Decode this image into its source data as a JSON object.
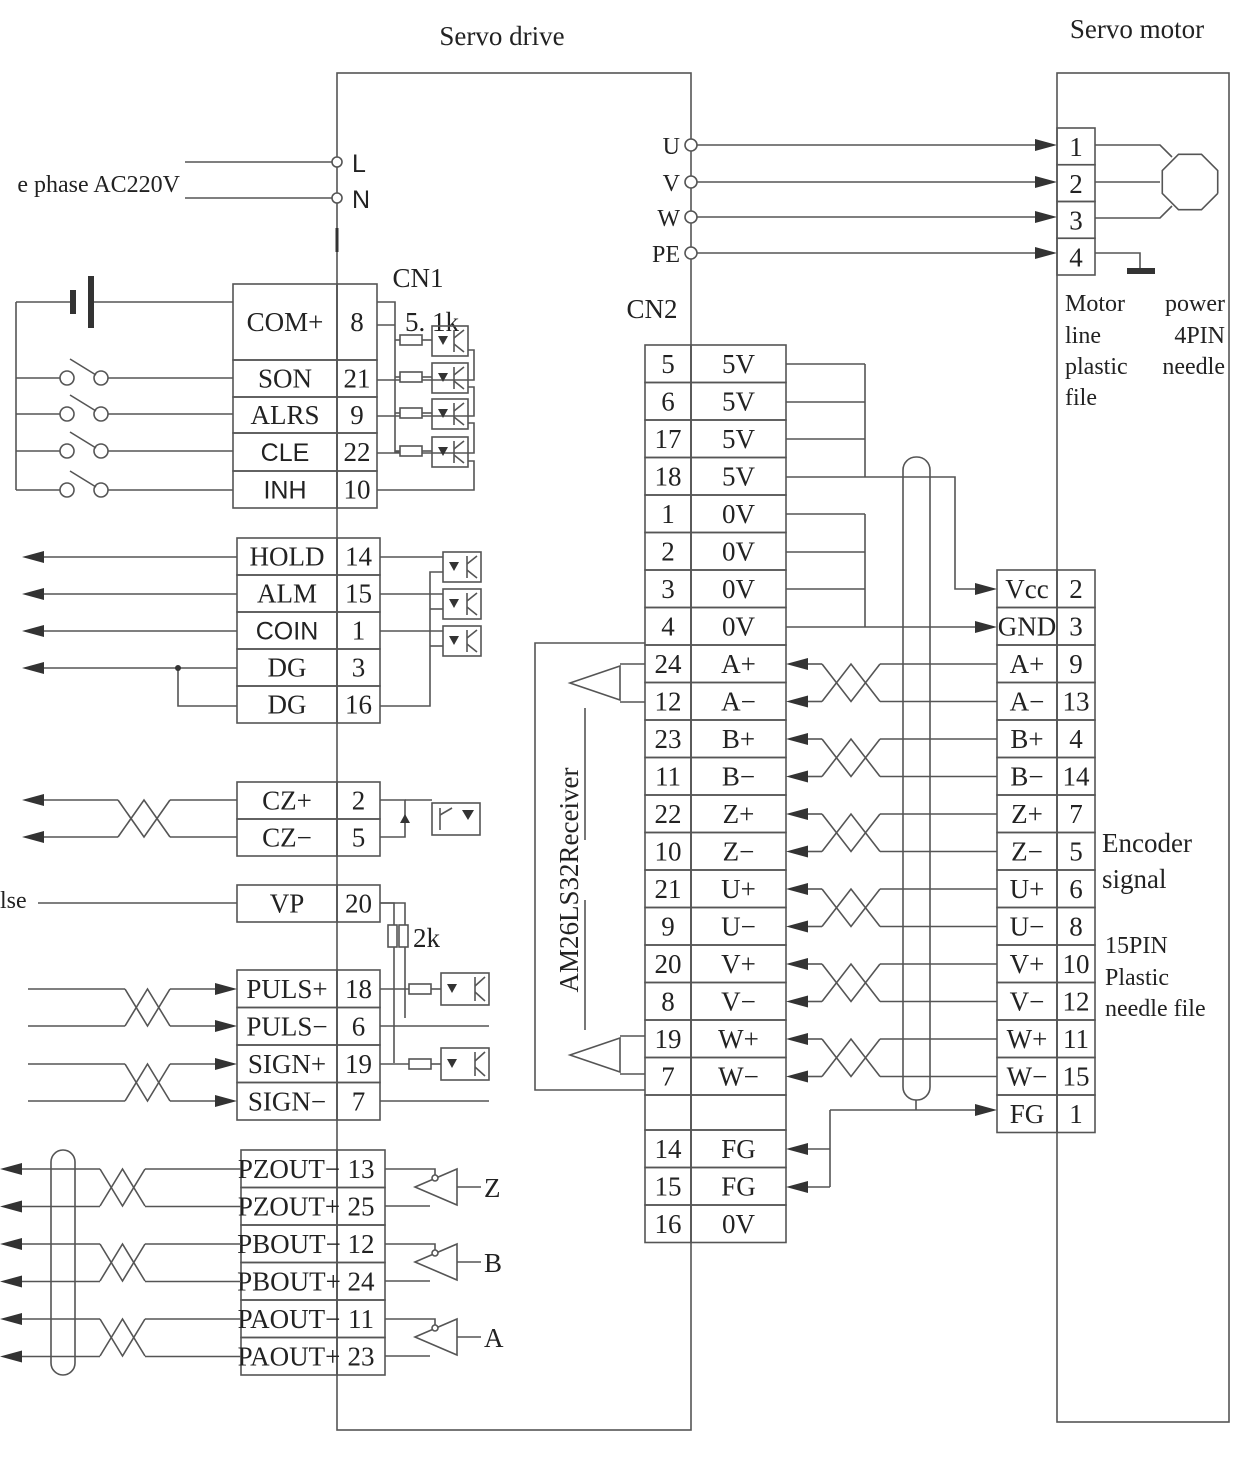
{
  "titles": {
    "drive": "Servo drive",
    "motor": "Servo motor"
  },
  "power": {
    "label": "e phase AC220V",
    "L": "L",
    "N": "N"
  },
  "cn1": {
    "label": "CN1",
    "resistor": "5. 1k",
    "inputs": [
      [
        "COM+",
        "8"
      ],
      [
        "SON",
        "21"
      ],
      [
        "ALRS",
        "9"
      ],
      [
        "CLE",
        "22"
      ],
      [
        "INH",
        "10"
      ]
    ],
    "outputs": [
      [
        "HOLD",
        "14"
      ],
      [
        "ALM",
        "15"
      ],
      [
        "COIN",
        "1"
      ],
      [
        "DG",
        "3"
      ],
      [
        "DG",
        "16"
      ]
    ],
    "cz": [
      [
        "CZ+",
        "2"
      ],
      [
        "CZ−",
        "5"
      ]
    ],
    "vp": [
      [
        "VP",
        "20"
      ]
    ],
    "vp_label": "lse",
    "pull_resistor": "2k",
    "pulse": [
      [
        "PULS+",
        "18"
      ],
      [
        "PULS−",
        "6"
      ],
      [
        "SIGN+",
        "19"
      ],
      [
        "SIGN−",
        "7"
      ]
    ],
    "pout": [
      [
        "PZOUT−",
        "13"
      ],
      [
        "PZOUT+",
        "25"
      ],
      [
        "PBOUT−",
        "12"
      ],
      [
        "PBOUT+",
        "24"
      ],
      [
        "PAOUT−",
        "11"
      ],
      [
        "PAOUT+",
        "23"
      ]
    ],
    "drivers": [
      "Z",
      "B",
      "A"
    ]
  },
  "motor_out": {
    "pins": [
      "U",
      "V",
      "W",
      "PE"
    ]
  },
  "cn2": {
    "label": "CN2",
    "receiver": "AM26LS32Receiver",
    "rows": [
      [
        "5",
        "5V"
      ],
      [
        "6",
        "5V"
      ],
      [
        "17",
        "5V"
      ],
      [
        "18",
        "5V"
      ],
      [
        "1",
        "0V"
      ],
      [
        "2",
        "0V"
      ],
      [
        "3",
        "0V"
      ],
      [
        "4",
        "0V"
      ],
      [
        "24",
        "A+"
      ],
      [
        "12",
        "A−"
      ],
      [
        "23",
        "B+"
      ],
      [
        "11",
        "B−"
      ],
      [
        "22",
        "Z+"
      ],
      [
        "10",
        "Z−"
      ],
      [
        "21",
        "U+"
      ],
      [
        "9",
        "U−"
      ],
      [
        "20",
        "V+"
      ],
      [
        "8",
        "V−"
      ],
      [
        "19",
        "W+"
      ],
      [
        "7",
        "W−"
      ],
      [
        "",
        ""
      ],
      [
        "14",
        "FG"
      ],
      [
        "15",
        "FG"
      ],
      [
        "16",
        "0V"
      ]
    ]
  },
  "encoder": {
    "rows": [
      [
        "Vcc",
        "2"
      ],
      [
        "GND",
        "3"
      ],
      [
        "A+",
        "9"
      ],
      [
        "A−",
        "13"
      ],
      [
        "B+",
        "4"
      ],
      [
        "B−",
        "14"
      ],
      [
        "Z+",
        "7"
      ],
      [
        "Z−",
        "5"
      ],
      [
        "U+",
        "6"
      ],
      [
        "U−",
        "8"
      ],
      [
        "V+",
        "10"
      ],
      [
        "V−",
        "12"
      ],
      [
        "W+",
        "11"
      ],
      [
        "W−",
        "15"
      ],
      [
        "FG",
        "1"
      ]
    ],
    "label": [
      "Encoder",
      "signal"
    ],
    "connector": [
      "15PIN",
      "Plastic",
      "needle file"
    ]
  },
  "motor": {
    "pins": [
      "1",
      "2",
      "3",
      "4"
    ],
    "label": [
      "Motor",
      "power",
      "line",
      "4PIN",
      "plastic",
      "needle",
      "file"
    ]
  }
}
